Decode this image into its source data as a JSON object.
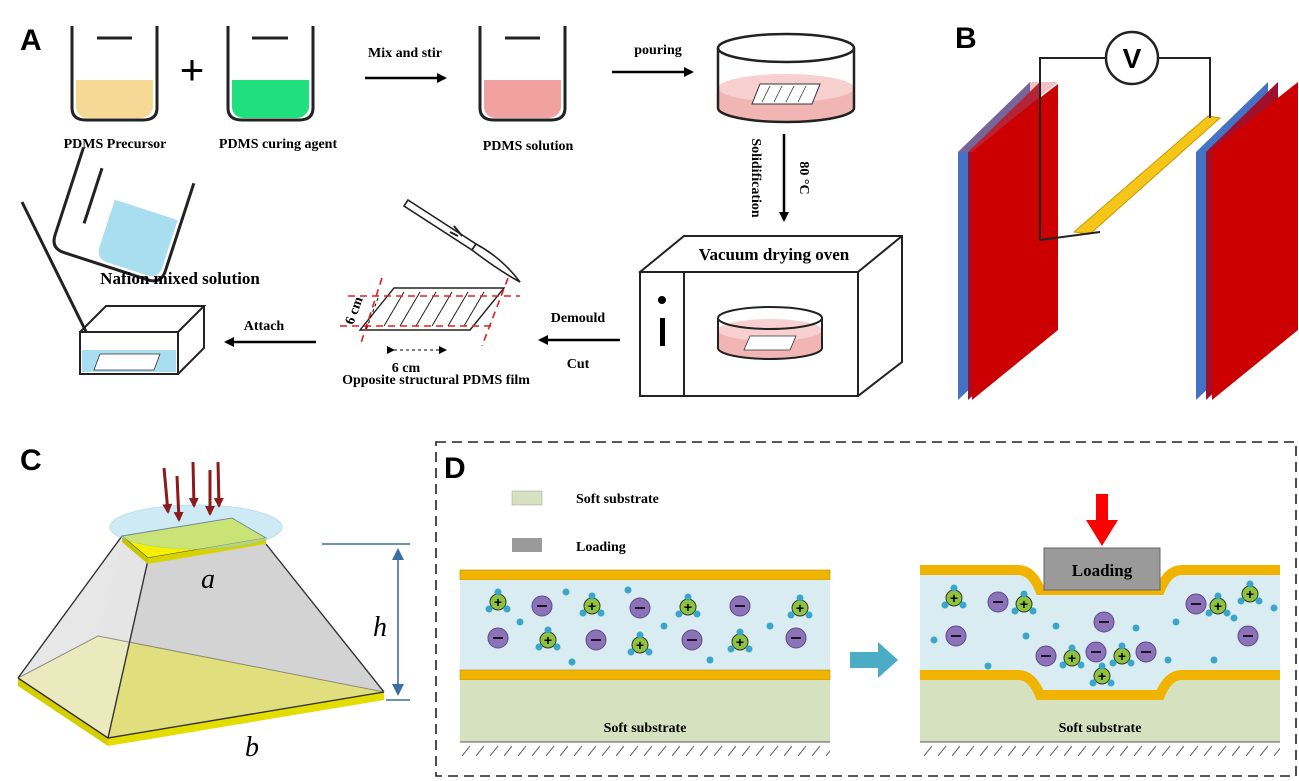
{
  "panels": {
    "a": "A",
    "b": "B",
    "c": "C",
    "d": "D"
  },
  "panel_a": {
    "beaker1_label": "PDMS Precursor",
    "plus": "+",
    "beaker2_label": "PDMS curing agent",
    "mix_label": "Mix and stir",
    "solution_label": "PDMS solution",
    "pouring_label": "pouring",
    "solidification_label": "Solidification",
    "temp_label": "80 °C",
    "oven_title": "Vacuum drying oven",
    "demould_label": "Demould",
    "cut_label": "Cut",
    "film_label": "Opposite structural PDMS film",
    "dim_w": "6 cm",
    "dim_h": "6 cm",
    "attach_label": "Attach",
    "nafion_label": "Nafion mixed solution"
  },
  "panel_b": {
    "voltmeter": "V"
  },
  "panel_c": {
    "top_label": "a",
    "bottom_label": "b",
    "height_label": "h"
  },
  "panel_d": {
    "legend_substrate": "Soft substrate",
    "legend_loading": "Loading",
    "left_substrate": "Soft substrate",
    "right_substrate": "Soft substrate",
    "loading_block": "Loading"
  },
  "colors": {
    "pdms_precursor": "#f6d995",
    "curing_agent": "#1fe07c",
    "pdms_solution": "#f1a2a0",
    "electrode_red": "#cc0000",
    "electrode_blue": "#4472c4",
    "strip_yellow": "#f5c518",
    "substrate_green": "#d6e2bf",
    "electrolyte": "#d9ecf2",
    "electrode_gold": "#f0b400",
    "ion_purple": "#8c72b8",
    "arrow_teal": "#4bacc6",
    "load_arrow": "#ff0000",
    "load_block": "#9a9a9a"
  }
}
